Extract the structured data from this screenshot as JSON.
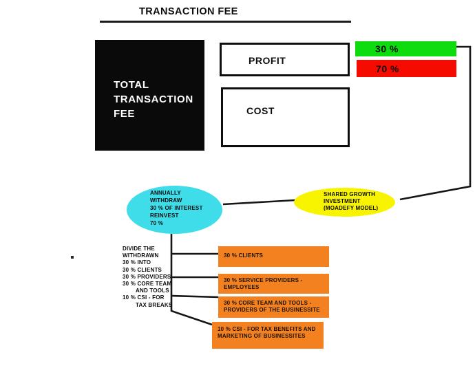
{
  "header": {
    "title": "TRANSACTION FEE"
  },
  "total_fee_box": {
    "label": "TOTAL TRANSACTION FEE",
    "bg_color": "#0a0a0a"
  },
  "profit_box": {
    "label": "PROFIT"
  },
  "cost_box": {
    "label": "COST"
  },
  "split": {
    "profit_share": {
      "label": "30 %",
      "color": "#0fdc0f"
    },
    "cost_share": {
      "label": "70 %",
      "color": "#f50b00"
    }
  },
  "annual_ellipse": {
    "color": "#3fdde9",
    "lines": [
      "ANNUALLY",
      "WITHDRAW",
      "30 % OF INTEREST",
      "REINVEST",
      "70 %"
    ]
  },
  "sgi_ellipse": {
    "color": "#f8f400",
    "lines": [
      "SHARED GROWTH",
      "INVESTMENT",
      "(MOADEFY MODEL)"
    ]
  },
  "divide_note": {
    "lines": [
      "DIVIDE THE",
      "WITHDRAWN",
      "30 % INTO",
      "30 % CLIENTS",
      "30 % PROVIDERS",
      "30 % CORE TEAM",
      "AND TOOLS",
      "10 % CSI - FOR",
      "TAX BREAKS"
    ]
  },
  "allocations": {
    "color": "#f48120",
    "boxes": [
      {
        "label": "30 % CLIENTS"
      },
      {
        "label": "30 % SERVICE PROVIDERS - EMPLOYEES"
      },
      {
        "label": "30 % CORE TEAM AND TOOLS - PROVIDERS OF THE BUSINESSITE"
      },
      {
        "label": "10 % CSI - FOR TAX BENEFITS AND MARKETING OF BUSINESSITES"
      }
    ]
  }
}
